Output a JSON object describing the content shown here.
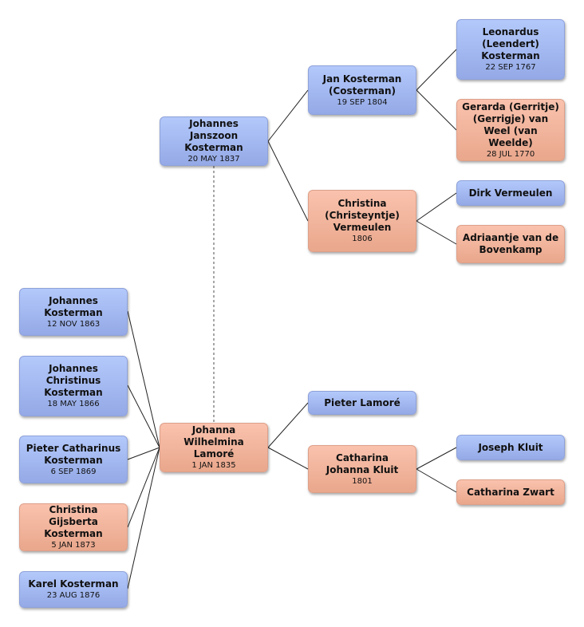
{
  "people": {
    "johannes_janszoon": {
      "name": "Johannes Janszoon Kosterman",
      "date": "20 MAY 1837"
    },
    "jan": {
      "name": "Jan Kosterman (Costerman)",
      "date": "19 SEP 1804"
    },
    "christina_v": {
      "name": "Christina (Christeyntje) Vermeulen",
      "date": "1806"
    },
    "leonardus": {
      "name": "Leonardus (Leendert) Kosterman",
      "date": "22 SEP 1767"
    },
    "gerarda": {
      "name": "Gerarda (Gerritje) (Gerrigje) van Weel (van Weelde)",
      "date": "28 JUL 1770"
    },
    "dirk": {
      "name": "Dirk Vermeulen",
      "date": ""
    },
    "adriaantje": {
      "name": "Adriaantje van de Bovenkamp",
      "date": ""
    },
    "johanna": {
      "name": "Johanna Wilhelmina Lamoré",
      "date": "1 JAN 1835"
    },
    "pieter_l": {
      "name": "Pieter Lamoré",
      "date": ""
    },
    "catharina_k": {
      "name": "Catharina Johanna Kluit",
      "date": "1801"
    },
    "joseph": {
      "name": "Joseph Kluit",
      "date": ""
    },
    "catharina_z": {
      "name": "Catharina Zwart",
      "date": ""
    },
    "child1": {
      "name": "Johannes Kosterman",
      "date": "12 NOV 1863"
    },
    "child2": {
      "name": "Johannes Christinus Kosterman",
      "date": "18 MAY 1866"
    },
    "child3": {
      "name": "Pieter Catharinus Kosterman",
      "date": "6 SEP 1869"
    },
    "child4": {
      "name": "Christina Gijsberta Kosterman",
      "date": "5 JAN 1873"
    },
    "child5": {
      "name": "Karel Kosterman",
      "date": "23 AUG 1876"
    }
  },
  "colors": {
    "male": "#a3b9f2",
    "female": "#f4b59c",
    "line": "#222222",
    "marriage_line": "#888888"
  }
}
